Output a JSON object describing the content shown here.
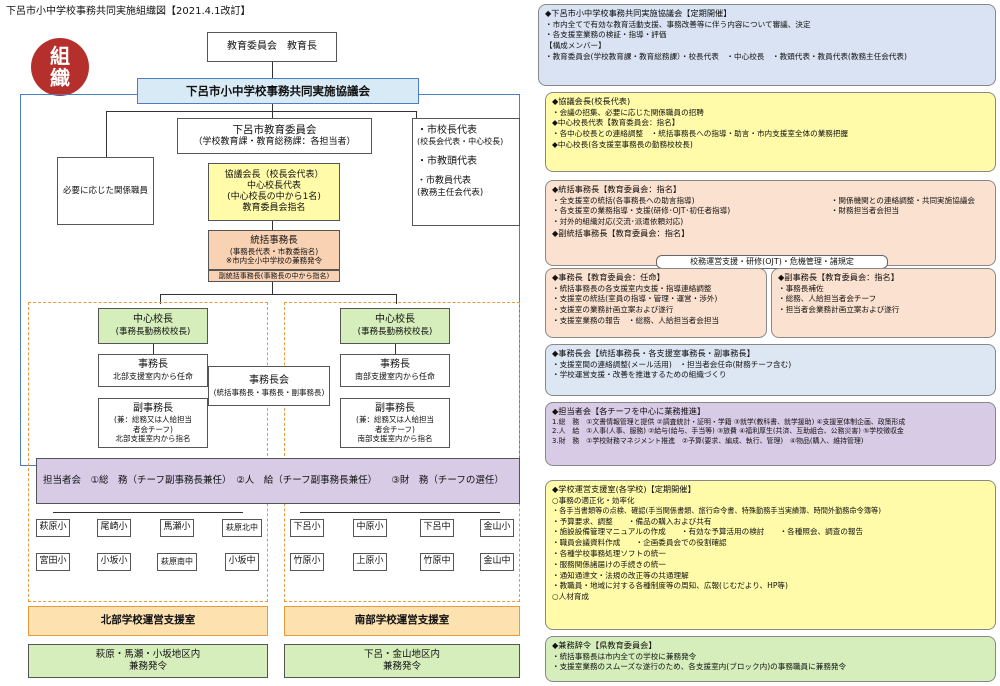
{
  "page_title": "下呂市小中学校事務共同実施組織図【2021.4.1改訂】",
  "badge": "組\n織",
  "colors": {
    "badge": "#b5302c",
    "blue_frame": "#4a7fc4",
    "orange_dash": "#e89a3c",
    "yellow": "#fffba8",
    "green": "#d5eebb",
    "peach": "#f9d2b4",
    "purple": "#d8cbe6"
  },
  "org": {
    "board_top": "教育委員会　教育長",
    "council": "下呂市小中学校事務共同実施協議会",
    "board_ed": "下呂市教育委員会",
    "board_ed_sub": "（学校教育課・教育総務課：各担当者）",
    "related_staff": "必要に応じた関係職員",
    "right_members": {
      "mayors": "・市校長代表",
      "mayors_sub": "(校長会代表・中心校長)",
      "vice": "・市教頭代表",
      "staff": "・市教員代表",
      "staff_sub": "(教務主任会代表)"
    },
    "chair": "協議会長（校長会代表）\n中心校長代表\n(中心校長の中から1名)\n教育委員会指名",
    "director": "統括事務長",
    "director_sub": "(事務長代表・市教委指名)\n※市内全小中学校の兼務発令",
    "vice_director": "副統括事務長(事務長の中から指名)",
    "north": {
      "center_principal": "中心校長",
      "center_principal_sub": "(事務長勤務校校長)",
      "manager": "事務長",
      "manager_sub": "北部支援室内から任命",
      "vice_manager": "副事務長",
      "vice_manager_sub": "(兼：総務又は人給担当\n者会チーフ)\n北部支援室内から指名",
      "schools_row1": [
        "萩原小",
        "尾崎小",
        "馬瀬小",
        "萩原北中"
      ],
      "schools_row2": [
        "宮田小",
        "小坂小",
        "萩原南中",
        "小坂中"
      ],
      "office": "北部学校運営支援室",
      "area": "萩原・馬瀬・小坂地区内\n兼務発令"
    },
    "south": {
      "center_principal": "中心校長",
      "center_principal_sub": "(事務長勤務校校長)",
      "manager": "事務長",
      "manager_sub": "南部支援室内から任命",
      "vice_manager": "副事務長",
      "vice_manager_sub": "(兼：総務又は人給担当\n者会チーフ)\n南部支援室内から指名",
      "schools_row1": [
        "下呂小",
        "中原小",
        "下呂中",
        "金山小"
      ],
      "schools_row2": [
        "竹原小",
        "上原小",
        "竹原中",
        "金山中"
      ],
      "office": "南部学校運営支援室",
      "area": "下呂・金山地区内\n兼務発令"
    },
    "manager_meeting": "事務長会",
    "manager_meeting_sub": "(統括事務長・事務長・副事務長)",
    "staff_meeting": "担当者会　①総　務（チーフ副事務長兼任）　②人　給（チーフ副事務長兼任）　　③財　務（チーフの選任）"
  },
  "panels": {
    "p1": [
      "◆下呂市小中学校事務共同実施協議会【定期開催】",
      "・市内全てで有効な教育活動支援、事務改善等に伴う内容について審議、決定",
      "・各支援室業務の検証・指導・評価",
      "【構成メンバー】",
      "・教育委員会(学校教育課・教育総務課）・校長代表　・中心校長　・教頭代表・教員代表(教務主任会代表)"
    ],
    "p2": [
      "◆協議会長(校長代表)",
      "・会議の招集、必要に応じた関係職員の招聘",
      "◆中心校長代表【教育委員会：指名】",
      "・各中心校長との連絡調整　・統括事務長への指導・助言・市内支援室全体の業務把握",
      "◆中心校長(各支援室事務長の勤務校校長)"
    ],
    "p3_head": "◆統括事務長【教育委員会：指名】",
    "p3_left": [
      "・全支援室の統括(各事務長への助言指導)",
      "・各支援室の業務指導・支援(研修･OJT･初任者指導)",
      "・対外的組織対応(交流･派遣依頼対応)"
    ],
    "p3_right": [
      "・関係機関との連絡調整・共同実施協議会",
      "・財務担当者会担当"
    ],
    "p3_tail": "◆副統括事務長【教育委員会：指名】",
    "p3_bar": "校務運営支援・研修(OJT)・危機管理・諸規定",
    "p4a": [
      "◆事務長【教育委員会：任命】",
      "・統括事務長の各支援室内支援・指導連絡調整",
      "・支援室の統括(室員の指導・管理・運営・渉外)",
      "・支援室の業務計画立案および遂行",
      "・支援室業務の報告　・総務、人給担当者会担当"
    ],
    "p4b": [
      "◆副事務長【教育委員会：指名】",
      "・事務長補佐",
      "・総務、人給担当者会チーフ",
      "・担当者会業務計画立案および遂行"
    ],
    "p5": [
      "◆事務長会【統括事務長・各支援室事務長・副事務長】",
      "・支援室間の連絡調整(メール活用)　・担当者会任命(財務チーフ含む)",
      "・学校運営支援・改善を推進するための組織づくり"
    ],
    "p6": [
      "◆担当者会【各チーフを中心に業務推進】",
      "1.総　務　①文書情報管理と提供 ②調査統計・証明・学籍 ③就学(教科書、就学援助) ④支援室体制企画、政策形成",
      "2.人　給　①人事(人事、服務) ②給与(給与、手当等) ③旅費 ④福利厚生(共済、互助組合、公務災害) ⑤学校徴収金",
      "3.財　務　①学校財務マネジメント推進　②予算(要求、編成、執行、管理)　④物品(購入、維持管理)"
    ],
    "p7": [
      "◆学校運営支援室(各学校)【定期開催】",
      "○事務の適正化・効率化",
      "・各手当書類等の点検、確認(手当関係書類、旅行命令書、特殊勤務手当実績簿、時間外勤務命令簿等)",
      "・予算要求、調整　　・備品の購入および共有",
      "・施設設備管理マニュアルの作成　　・有効な予算活用の検討　　・各種照会、調査の報告",
      "・職員会議資料作成　　・企画委員会での役割確認",
      "・各種学校事務処理ソフトの統一",
      "・服務関係諸届けの手続きの統一",
      "・通知通達文・法規の改正等の共通理解",
      "・教職員・地域に対する各種制度等の周知、広報(じむだより、HP等)",
      "○人材育成"
    ],
    "p8": [
      "◆兼務辞令【県教育委員会】",
      "・統括事務長は市内全ての学校に兼務発令",
      "・支援室業務のスムーズな遂行のため、各支援室内(ブロック内)の事務職員に兼務発令"
    ]
  }
}
